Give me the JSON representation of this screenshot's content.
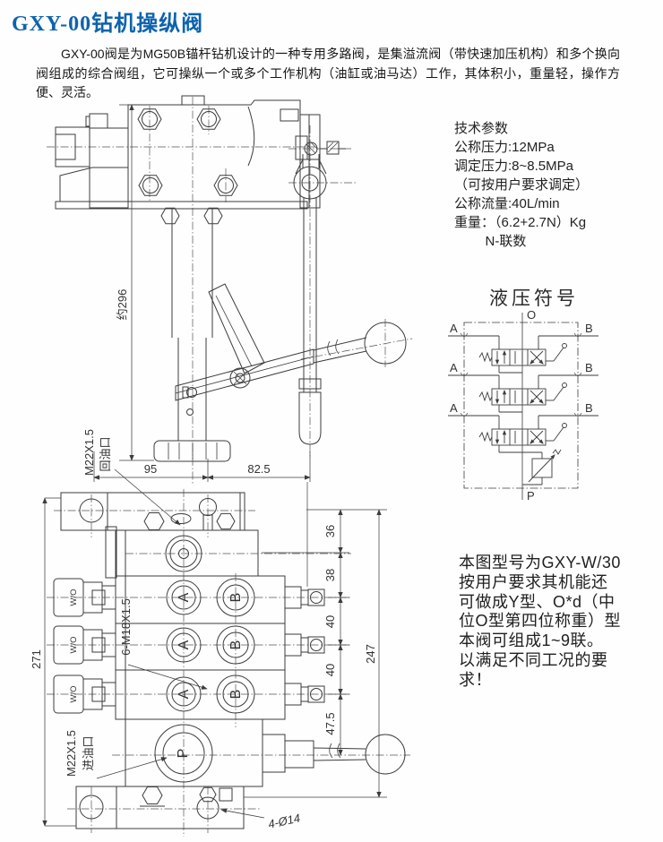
{
  "page": {
    "title": "GXY-00钻机操纵阀",
    "intro": "GXY-00阀是为MG50B锚杆钻机设计的一种专用多路阀，是集溢流阀（带快速加压机构）和多个换向阀组成的综合阀组，它可操纵一个或多个工作机构（油缸或油马达）工作，其体积小，重量轻，操作方便、灵活。",
    "accent_color": "#0d63ae",
    "line_color": "#3c3c3c"
  },
  "tech_params": {
    "title": "技术参数",
    "lines": [
      "公称压力:12MPa",
      "调定压力:8~8.5MPa",
      "（可按用户要求调定）",
      "公称流量:40L/min",
      "重量：（6.2+2.7N）Kg",
      "N-联数"
    ]
  },
  "hydraulic": {
    "title": "液压符号",
    "port_top": "O",
    "port_bottom": "P",
    "port_left": "A",
    "port_right": "B"
  },
  "note": {
    "lines": [
      "本图型号为GXY-W/30",
      "按用户要求其机能还",
      "可做成Y型、O*d（中",
      "位O型第四位称重）型",
      "本阀可组成1~9联。",
      "以满足不同工况的要",
      "求！"
    ]
  },
  "top_view": {
    "dim_height": "约296",
    "dim_width_left": "95",
    "dim_width_right": "82.5",
    "label_return_thread": "M22X1.5",
    "label_return_port": "回油口"
  },
  "front_view": {
    "dim_total_left": "271",
    "dim_total_right": "247",
    "dim_spacings": [
      "36",
      "38",
      "40",
      "40",
      "47.5"
    ],
    "label_ports_thread": "6-M18X1.5",
    "label_inlet_thread": "M22X1.5",
    "label_inlet_port": "进油口",
    "label_mount_holes": "4-Ø14",
    "label_cap": "W/O",
    "port_a": "A",
    "port_b": "B",
    "port_p": "P"
  }
}
